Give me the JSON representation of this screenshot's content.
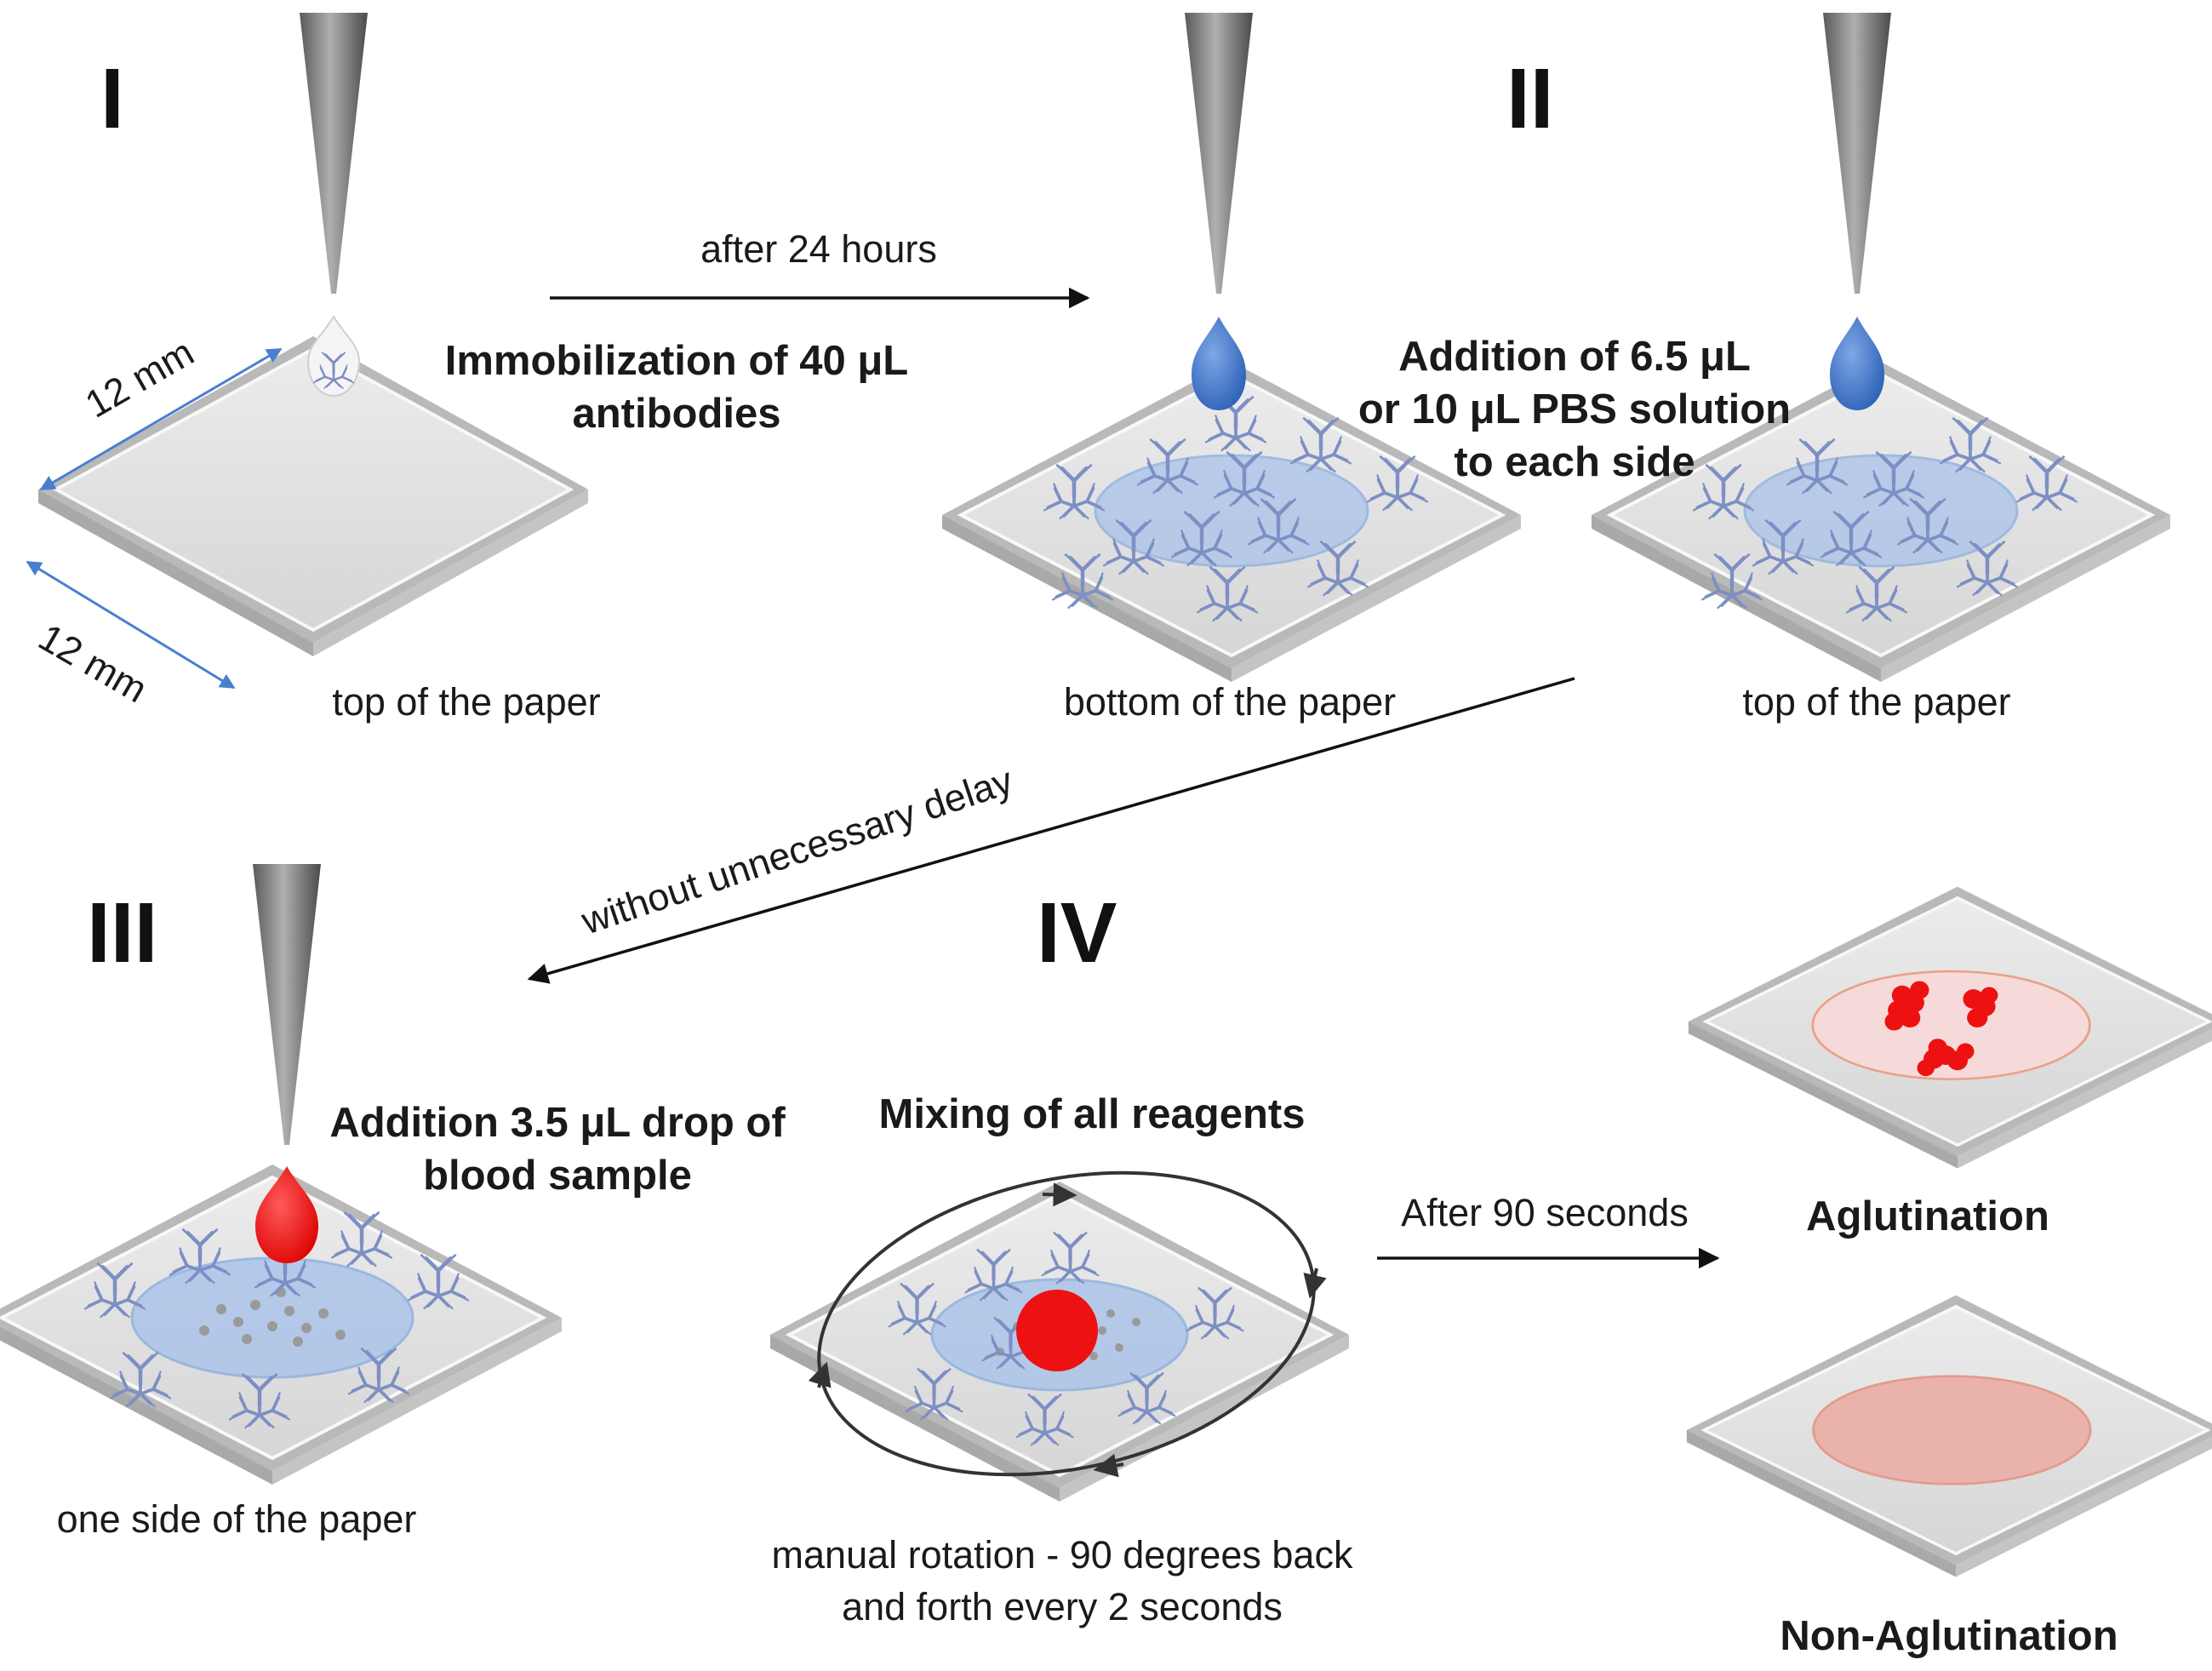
{
  "steps": {
    "s1": "I",
    "s2": "II",
    "s3": "III",
    "s4": "IV"
  },
  "dimensions": {
    "width": "12 mm",
    "height": "12 mm"
  },
  "labels": {
    "immobilization": [
      "Immobilization of 40 μL",
      "antibodies"
    ],
    "after_24": "after 24 hours",
    "addition_pbs": [
      "Addition of 6.5 μL",
      "or 10 μL PBS solution",
      "to each side"
    ],
    "top_paper_1": "top of the paper",
    "bottom_paper": "bottom of the paper",
    "top_paper_2": "top of the paper",
    "without_delay": "without unnecessary delay",
    "addition_blood": [
      "Addition 3.5 μL drop of",
      "blood sample"
    ],
    "one_side": "one side of the paper",
    "mixing": "Mixing of all reagents",
    "rotation": [
      "manual rotation - 90 degrees back",
      "and forth every 2 seconds"
    ],
    "after_90": "After 90 seconds",
    "aglutination": "Aglutination",
    "non_aglutination": "Non-Aglutination"
  },
  "colors": {
    "paper": "#dcdcdc",
    "antibody": "#7d8fc4",
    "pbs_drop": "#3a6fc4",
    "wet_area": "#a9c3ea",
    "blood": "#ee1111",
    "dimension_arrow": "#4a7fd0",
    "pipette": "#7a7a7a"
  }
}
